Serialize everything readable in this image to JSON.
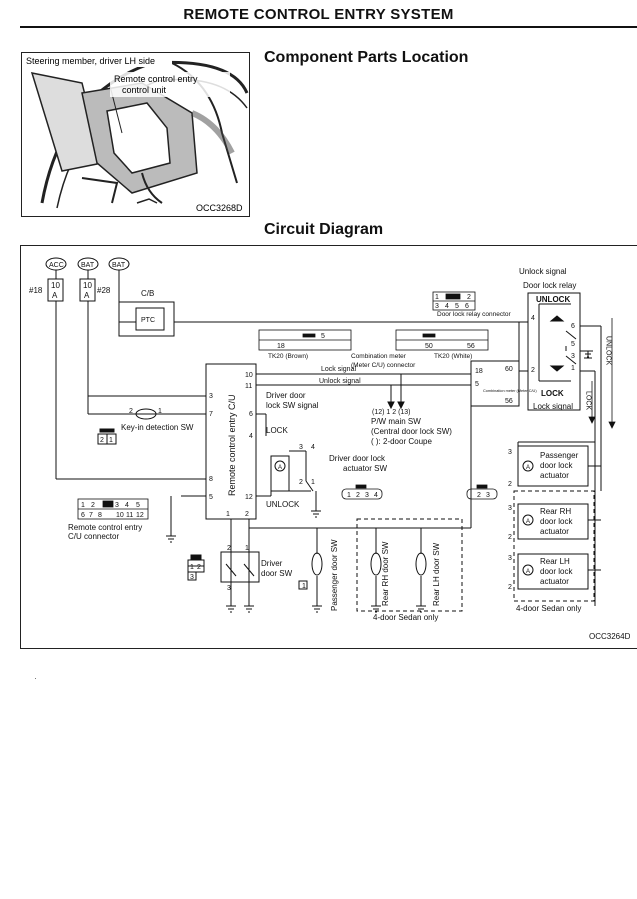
{
  "page_title": "REMOTE CONTROL ENTRY SYSTEM",
  "component_section": {
    "heading": "Component Parts Location",
    "photo": {
      "label_location": "Steering member, driver LH side",
      "label_unit_1": "Remote control entry",
      "label_unit_2": "control unit",
      "code": "OCC3268D"
    }
  },
  "circuit_section": {
    "heading": "Circuit Diagram",
    "code": "OCC3264D",
    "power": {
      "acc": "ACC",
      "bat1": "BAT",
      "bat2": "BAT",
      "fuse1_ref": "#18",
      "fuse1_amp": "10",
      "fuse1_unit": "A",
      "fuse2_ref": "#28",
      "fuse2_amp": "10",
      "fuse2_unit": "A",
      "cb": "C/B",
      "ptc": "PTC"
    },
    "control_unit": {
      "name": "Remote control entry C/U",
      "pins": [
        "10",
        "11",
        "3",
        "7",
        "6",
        "4",
        "8",
        "5",
        "12",
        "1",
        "2"
      ]
    },
    "signals": {
      "lock_signal": "Lock signal",
      "unlock_signal": "Unlock signal",
      "meter_connector": "(Meter C/U) connector",
      "combination_meter": "Combination meter",
      "tk20_brown": "TK20 (Brown)",
      "tk20_white": "TK20 (White)",
      "pin18": "18",
      "pin5": "5",
      "pin50": "50",
      "pin56": "56",
      "meter_box": "Combination meter (Meter C/U)",
      "meter_box_pins": [
        "18",
        "5",
        "60",
        "56"
      ]
    },
    "relay": {
      "unlock_signal": "Unlock signal",
      "name": "Door lock relay",
      "unlock": "UNLOCK",
      "lock": "LOCK",
      "lock_signal": "Lock signal",
      "connector_label": "Door lock relay connector",
      "pins": [
        "4",
        "6",
        "5",
        "3",
        "1",
        "2"
      ],
      "unlock_arrow": "UNLOCK",
      "lock_arrow": "LOCK",
      "connector_top": [
        "1",
        "",
        "2"
      ],
      "connector_bottom": [
        "3",
        "4",
        "5",
        "6"
      ]
    },
    "components": {
      "key_in_sw": "Key-in detection SW",
      "key_in_pins": [
        "2",
        "1"
      ],
      "driver_lock_sw_1": "Driver door",
      "driver_lock_sw_2": "lock SW signal",
      "lock_label": "LOCK",
      "unlock_label": "UNLOCK",
      "actuator_1": "Driver door lock",
      "actuator_2": "actuator SW",
      "actuator_pins": [
        "3",
        "4",
        "2",
        "1"
      ],
      "pw_main_1": "(12) 1   2 (13)",
      "pw_main_2": "P/W main SW",
      "pw_main_3": "(Central door lock SW)",
      "pw_main_4": "(   ): 2-door Coupe",
      "small_conn_a": [
        "1",
        "2",
        "3",
        "4"
      ],
      "small_conn_b": [
        "2",
        "3"
      ],
      "cu_conn_label_1": "Remote control entry",
      "cu_conn_label_2": "C/U connector",
      "cu_conn_top": [
        "1",
        "2",
        "",
        "3",
        "4",
        "5"
      ],
      "cu_conn_bottom": [
        "6",
        "7",
        "8",
        "",
        "10",
        "11",
        "12"
      ],
      "driver_door_sw_1": "Driver",
      "driver_door_sw_2": "door SW",
      "driver_door_pins": [
        "2",
        "1",
        "3"
      ],
      "driver_conn": [
        "1",
        "2",
        "3"
      ],
      "passenger_door_sw": "Passenger door SW",
      "rear_rh_sw": "Rear RH door SW",
      "rear_lh_sw": "Rear LH door SW",
      "sedan_only": "4-door Sedan only",
      "pass_conn": "1",
      "pass_actuator": [
        "Passenger",
        "door lock",
        "actuator"
      ],
      "rear_rh_actuator": [
        "Rear RH",
        "door lock",
        "actuator"
      ],
      "rear_lh_actuator": [
        "Rear LH",
        "door lock",
        "actuator"
      ],
      "sedan_only_2": "4-door Sedan only",
      "act_pins": [
        "3",
        "2"
      ]
    }
  }
}
